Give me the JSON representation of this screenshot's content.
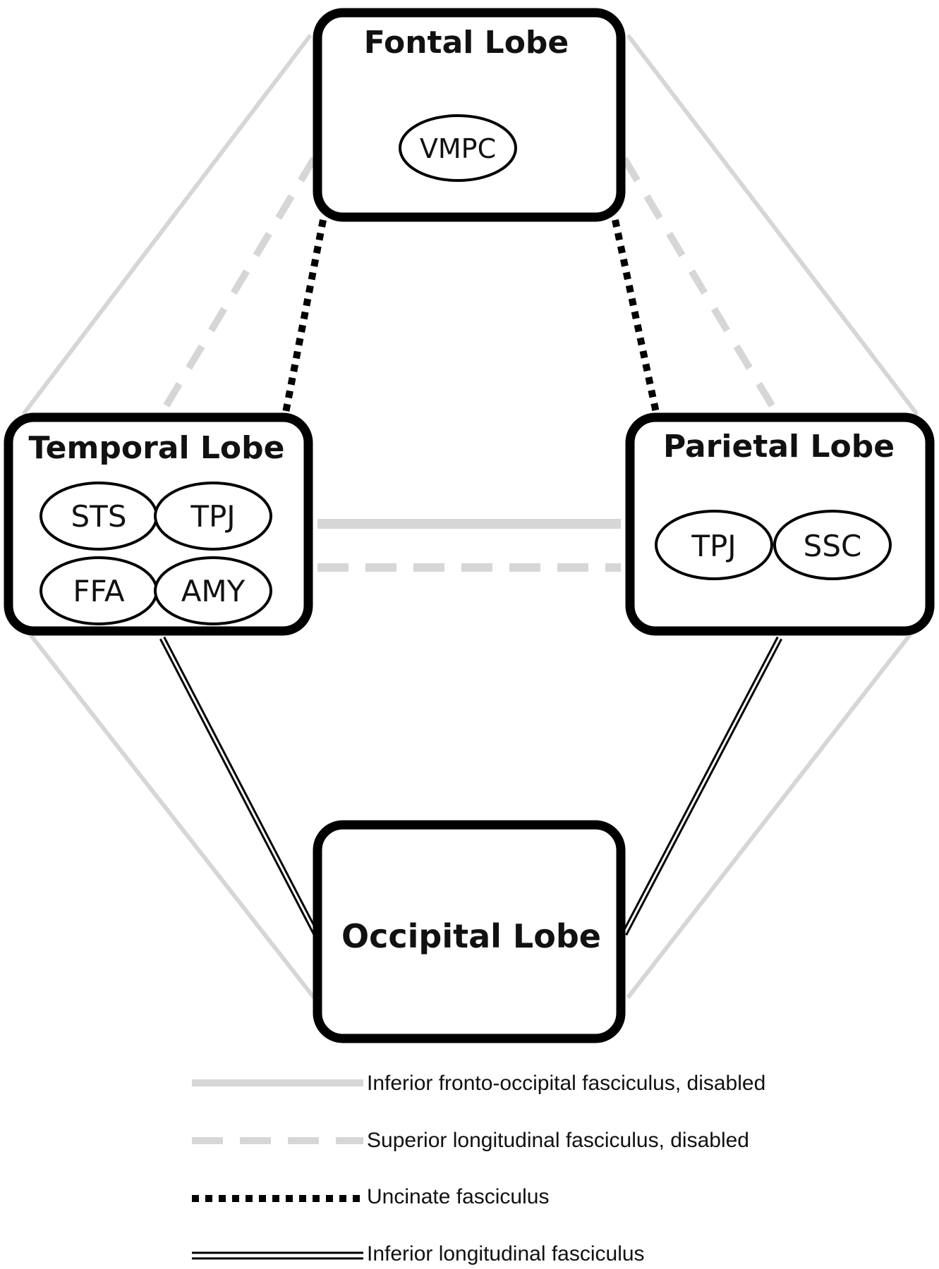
{
  "lobes": {
    "frontal": {
      "title": "Fontal Lobe",
      "regions": [
        "VMPC"
      ]
    },
    "temporal": {
      "title": "Temporal Lobe",
      "regions": [
        "STS",
        "TPJ",
        "FFA",
        "AMY"
      ]
    },
    "parietal": {
      "title": "Parietal Lobe",
      "regions": [
        "TPJ",
        "SSC"
      ]
    },
    "occipital": {
      "title": "Occipital Lobe"
    }
  },
  "legend": [
    {
      "label": "Inferior fronto-occipital fasciculus, disabled",
      "style": "solid-light-gray"
    },
    {
      "label": "Superior longitudinal fasciculus, disabled",
      "style": "dashed-light-gray"
    },
    {
      "label": "Uncinate fasciculus",
      "style": "dotted-black"
    },
    {
      "label": "Inferior longitudinal fasciculus",
      "style": "double-black"
    }
  ],
  "colors": {
    "box_stroke": "#000000",
    "disabled_line": "#d6d6d6",
    "text": "#111111"
  }
}
